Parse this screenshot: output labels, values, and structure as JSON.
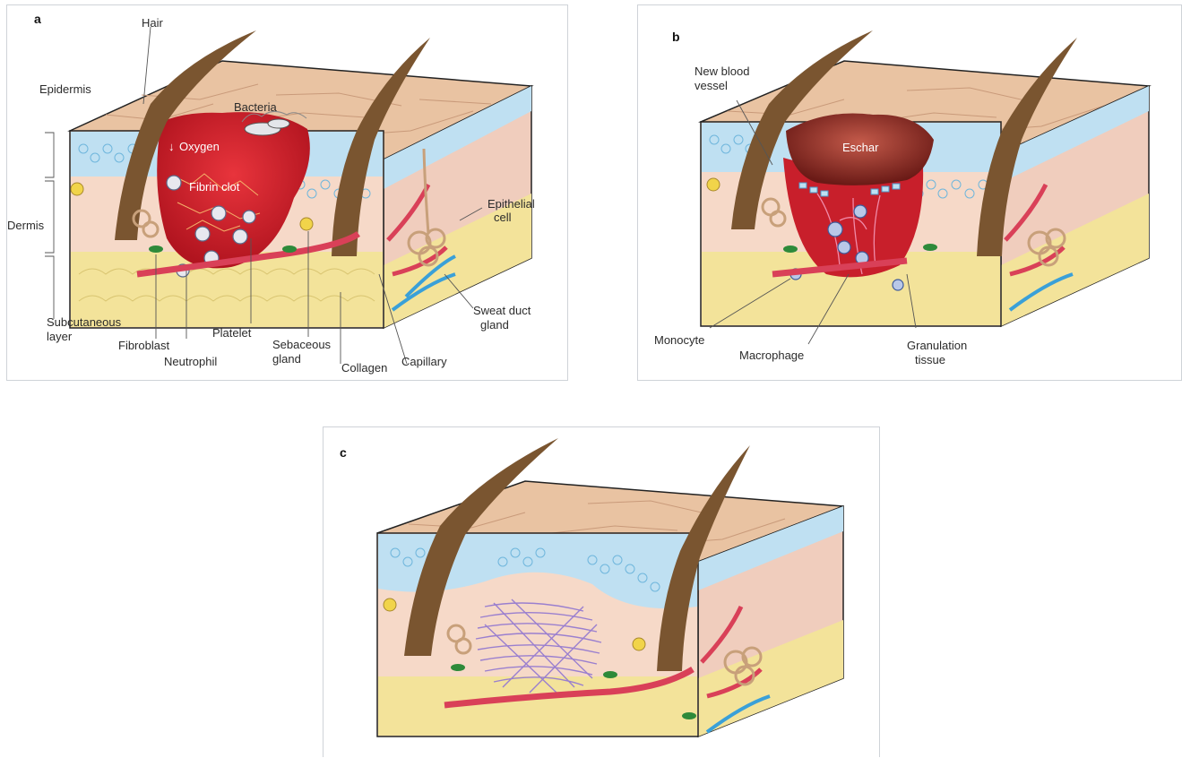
{
  "panels": {
    "a": {
      "label": "a",
      "labels": {
        "hair": "Hair",
        "epidermis": "Epidermis",
        "bacteria": "Bacteria",
        "oxygen": "Oxygen",
        "oxygen_arrow": "↓",
        "fibrin_clot": "Fibrin clot",
        "dermis": "Dermis",
        "epithelial_1": "Epithelial",
        "epithelial_2": "cell",
        "subcutaneous_1": "Subcutaneous",
        "subcutaneous_2": "layer",
        "fibroblast": "Fibroblast",
        "neutrophil": "Neutrophil",
        "platelet": "Platelet",
        "sebaceous_1": "Sebaceous",
        "sebaceous_2": "gland",
        "collagen": "Collagen",
        "capillary": "Capillary",
        "sweat_1": "Sweat duct",
        "sweat_2": "gland"
      }
    },
    "b": {
      "label": "b",
      "labels": {
        "new_vessel_1": "New blood",
        "new_vessel_2": "vessel",
        "eschar": "Eschar",
        "monocyte": "Monocyte",
        "macrophage": "Macrophage",
        "granulation_1": "Granulation",
        "granulation_2": "tissue"
      }
    },
    "c": {
      "label": "c"
    }
  },
  "colors": {
    "skin_top": "#e9c3a2",
    "skin_cell_line": "#c99a7a",
    "epidermis_blue": "#bfe0f2",
    "epidermis_cell": "#6fb6dc",
    "dermis": "#f6d9c8",
    "subcutaneous_fat": "#f3e39a",
    "hair": "#6b4a2a",
    "blood_red": "#c81f2b",
    "vessel_red": "#d94058",
    "vessel_blue": "#3aa0d8",
    "scar_collagen": "#9a7fcf"
  }
}
